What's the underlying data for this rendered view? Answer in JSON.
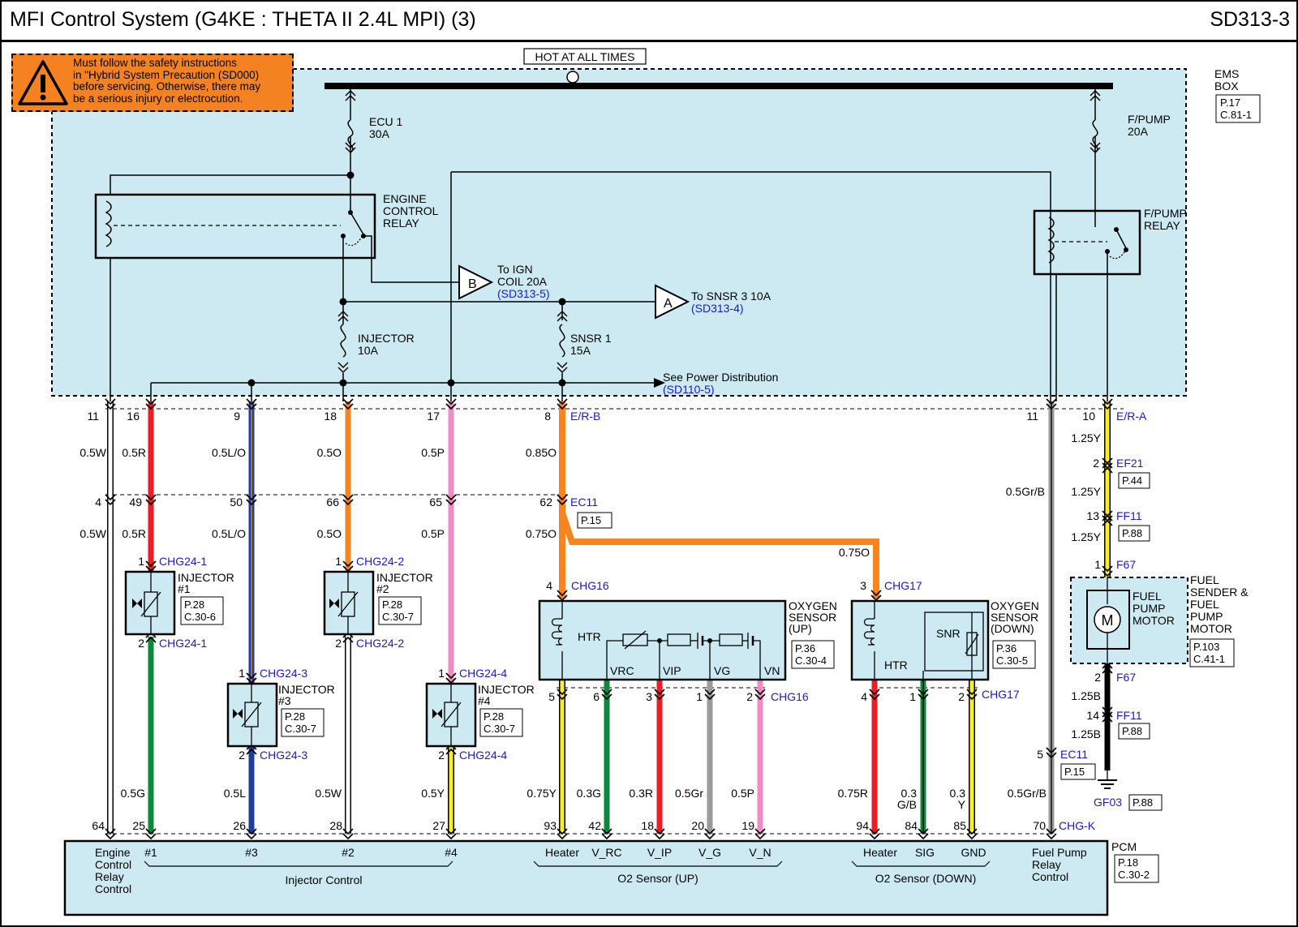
{
  "header": {
    "title": "MFI Control System (G4KE : THETA II 2.4L MPI) (3)",
    "code": "SD313-3"
  },
  "warning": {
    "text": "Must follow the safety instructions\nin \"Hybrid System Precaution (SD000)\nbefore servicing. Otherwise, there may\nbe a serious injury or electrocution."
  },
  "power": {
    "hot": "HOT AT ALL TIMES",
    "ems_box": [
      "EMS",
      "BOX"
    ],
    "ems_ref": [
      "P.17",
      "C.81-1"
    ]
  },
  "fuses": [
    {
      "label": [
        "ECU 1",
        "30A"
      ]
    },
    {
      "label": [
        "F/PUMP",
        "20A"
      ]
    },
    {
      "label": [
        "INJECTOR",
        "10A"
      ]
    },
    {
      "label": [
        "SNSR 1",
        "15A"
      ]
    }
  ],
  "relays": {
    "engine": [
      "ENGINE",
      "CONTROL",
      "RELAY"
    ],
    "fpump": [
      "F/PUMP",
      "RELAY"
    ]
  },
  "connectors_to": {
    "B": {
      "mark": "B",
      "text": [
        "To IGN",
        "COIL 20A"
      ],
      "ref": "(SD313-5)"
    },
    "A": {
      "mark": "A",
      "text": "To SNSR 3 10A",
      "ref": "(SD313-4)"
    },
    "power_dist": {
      "text": "See Power Distribution",
      "ref": "(SD110-5)"
    }
  },
  "ems_pins": [
    "11",
    "16",
    "9",
    "18",
    "17",
    "8",
    "11",
    "10"
  ],
  "ems_pin_labels": {
    "er_b": "E/R-B",
    "er_a": "E/R-A"
  },
  "wire_labels_top": [
    "0.5W",
    "0.5R",
    "0.5L/O",
    "0.5O",
    "0.5P",
    "0.85O",
    "0.5Gr/B",
    "1.25Y"
  ],
  "ec11_pins": [
    "4",
    "49",
    "50",
    "66",
    "65",
    "62"
  ],
  "ec11": {
    "name": "EC11",
    "ref": "P.15"
  },
  "wire_labels_mid": [
    "0.5W",
    "0.5R",
    "0.5L/O",
    "0.5O",
    "0.5P",
    "0.75O",
    "0.75O"
  ],
  "injectors": [
    {
      "name": [
        "INJECTOR",
        "#1"
      ],
      "ref": [
        "P.28",
        "C.30-6"
      ],
      "conn": "CHG24-1",
      "pin_top": "1",
      "pin_bot": "2"
    },
    {
      "name": [
        "INJECTOR",
        "#2"
      ],
      "ref": [
        "P.28",
        "C.30-7"
      ],
      "conn": "CHG24-2",
      "pin_top": "1",
      "pin_bot": "2"
    },
    {
      "name": [
        "INJECTOR",
        "#3"
      ],
      "ref": [
        "P.28",
        "C.30-7"
      ],
      "conn": "CHG24-3",
      "pin_top": "1",
      "pin_bot": "2"
    },
    {
      "name": [
        "INJECTOR",
        "#4"
      ],
      "ref": [
        "P.28",
        "C.30-7"
      ],
      "conn": "CHG24-4",
      "pin_top": "1",
      "pin_bot": "2"
    }
  ],
  "o2_up": {
    "name": [
      "OXYGEN",
      "SENSOR",
      "(UP)"
    ],
    "ref": [
      "P.36",
      "C.30-4"
    ],
    "conn": "CHG16",
    "pin_top": "4",
    "inner": {
      "htr": "HTR",
      "vrc": "VRC",
      "vip": "VIP",
      "vg": "VG",
      "vn": "VN"
    },
    "pins": [
      "5",
      "6",
      "3",
      "1",
      "2"
    ]
  },
  "o2_down": {
    "name": [
      "OXYGEN",
      "SENSOR",
      "(DOWN)"
    ],
    "ref": [
      "P.36",
      "C.30-5"
    ],
    "conn": "CHG17",
    "pin_top": "3",
    "inner": {
      "htr": "HTR",
      "snr": "SNR"
    },
    "pins": [
      "4",
      "1",
      "2"
    ]
  },
  "fuel_chain": {
    "ef21": {
      "pin": "2",
      "name": "EF21",
      "ref": "P.44"
    },
    "ff11_top": {
      "pin": "13",
      "name": "FF11",
      "ref": "P.88"
    },
    "f67_top": {
      "pin": "1",
      "name": "F67"
    },
    "f67_bot": {
      "pin": "2",
      "name": "F67"
    },
    "ff11_bot": {
      "pin": "14",
      "name": "FF11",
      "ref": "P.88"
    },
    "wires": [
      "1.25Y",
      "1.25Y",
      "1.25Y",
      "1.25B",
      "1.25B"
    ],
    "pump": {
      "inner": [
        "FUEL",
        "PUMP",
        "MOTOR"
      ],
      "outer": [
        "FUEL",
        "SENDER &",
        "FUEL",
        "PUMP",
        "MOTOR"
      ],
      "ref": [
        "P.103",
        "C.41-1"
      ],
      "motor": "M"
    },
    "ground": {
      "name": "GF03",
      "ref": "P.88"
    }
  },
  "ec11_gr": {
    "pin": "5",
    "name": "EC11",
    "ref": "P.15",
    "wire": "0.5Gr/B"
  },
  "wire_labels_bottom": [
    "0.5G",
    "0.5L",
    "0.5W",
    "0.5Y",
    "0.75Y",
    "0.3G",
    "0.3R",
    "0.5Gr",
    "0.5P",
    "0.75R",
    "0.3",
    "G/B",
    "0.3",
    "Y",
    "0.5Gr/B"
  ],
  "pcm_pins": [
    "64",
    "25",
    "26",
    "28",
    "27",
    "93",
    "42",
    "18",
    "20",
    "19",
    "94",
    "84",
    "85",
    "70"
  ],
  "pcm_pin_label": "CHG-K",
  "pcm": {
    "name": "PCM",
    "ref": [
      "P.18",
      "C.30-2"
    ],
    "ecr": [
      "Engine",
      "Control",
      "Relay",
      "Control"
    ],
    "inj": [
      "#1",
      "#3",
      "#2",
      "#4"
    ],
    "inj_group": "Injector Control",
    "o2up": [
      "Heater",
      "V_RC",
      "V_IP",
      "V_G",
      "V_N"
    ],
    "o2up_group": "O2 Sensor (UP)",
    "o2dn": [
      "Heater",
      "SIG",
      "GND"
    ],
    "o2dn_group": "O2 Sensor (DOWN)",
    "fp": [
      "Fuel Pump",
      "Relay",
      "Control"
    ]
  },
  "colors": {
    "ems_fill": "#cdeaf2",
    "warning": "#f58220",
    "ref_blue": "#1a1acd",
    "red": "#ee1c24",
    "blue": "#1f3d99",
    "orange": "#f7841e",
    "pink": "#f28bc3",
    "green": "#0b8a3c",
    "yellow": "#fcee21",
    "gray": "#9a9a9a",
    "black": "#000000"
  }
}
